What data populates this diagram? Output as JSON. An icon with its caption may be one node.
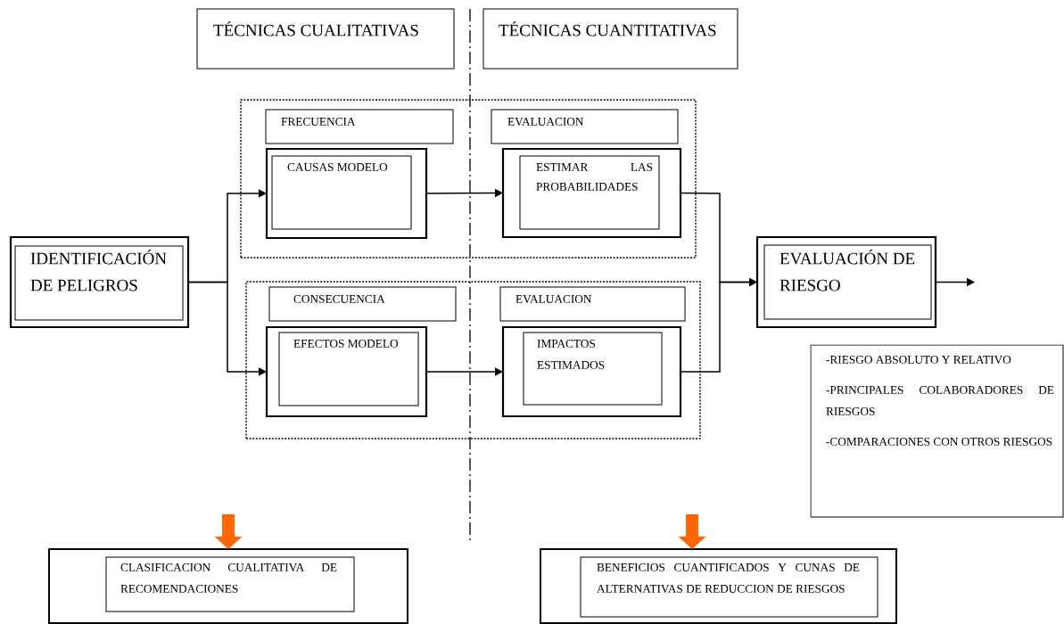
{
  "diagram": {
    "nodes": [
      {
        "text": [
          "TÉCNICAS CUALITATIVAS"
        ]
      },
      {
        "text": [
          "TÉCNICAS CUANTITATIVAS"
        ]
      },
      {
        "text": [],
        "shape": "box"
      },
      {
        "text": [
          "FRECUENCIA"
        ],
        "in": 2
      },
      {
        "text": [
          "CAUSAS MODELO"
        ],
        "in": 2
      },
      {
        "text": [
          "EVALUACION"
        ],
        "in": 2
      },
      {
        "text": [
          "ESTIMAR LAS PROBABILIDADES"
        ],
        "in": 2
      },
      {
        "text": [
          "IDENTIFICACIÓN DE PELIGROS"
        ]
      },
      {
        "text": [],
        "shape": "box"
      },
      {
        "text": [
          "CONSECUENCIA"
        ],
        "in": 8
      },
      {
        "text": [
          "EFECTOS MODELO"
        ],
        "in": 8
      },
      {
        "text": [
          "EVALUACION"
        ],
        "in": 8
      },
      {
        "text": [
          "IMPACTOS ESTIMADOS"
        ],
        "in": 8
      },
      {
        "text": [
          "EVALUACIÓN DE RIESGO"
        ]
      },
      {
        "text": [
          "-RIESGO ABSOLUTO Y RELATIVO",
          "-PRINCIPALES COLABORADORES DE RIESGOS",
          "-COMPARACIONES CON OTROS RIESGOS"
        ]
      },
      {
        "text": [
          "CLASIFICACION CUALITATIVA DE RECOMENDACIONES"
        ]
      },
      {
        "text": [
          "BENEFICIOS CUANTIFICADOS Y CUNAS DE ALTERNATIVAS DE REDUCCION DE RIESGOS"
        ]
      }
    ],
    "edges": [
      {
        "from": 7,
        "to": 4,
        "arrow": "to"
      },
      {
        "from": 7,
        "to": 10,
        "arrow": "to"
      },
      {
        "from": 4,
        "to": 6,
        "arrow": "to"
      },
      {
        "from": 10,
        "to": 12,
        "arrow": "to"
      },
      {
        "from": 6,
        "to": 13,
        "arrow": "to"
      },
      {
        "from": 12,
        "to": 13,
        "arrow": "to"
      },
      {
        "from": 13,
        "to": null,
        "arrow": "to"
      },
      {
        "from": null,
        "to": 15,
        "arrow": "to",
        "style": "thick",
        "color": "#ff6600"
      },
      {
        "from": null,
        "to": 16,
        "arrow": "to",
        "style": "thick",
        "color": "#ff6600"
      }
    ]
  }
}
